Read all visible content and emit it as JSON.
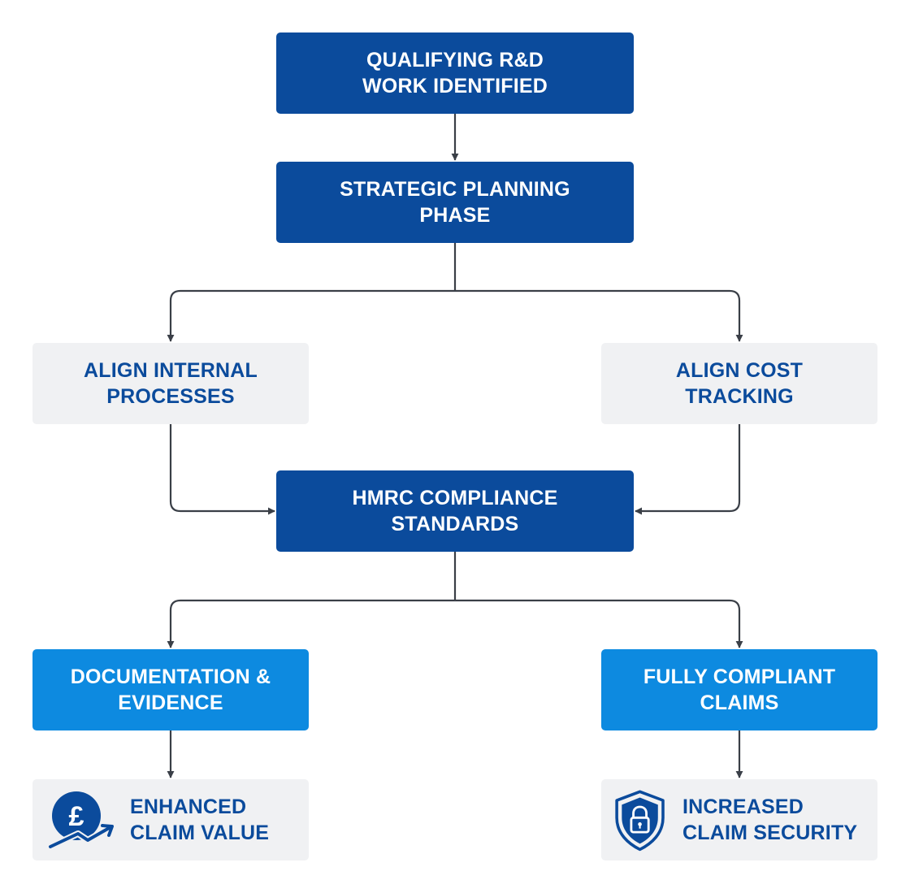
{
  "nodes": {
    "qualifying": "QUALIFYING R&D\nWORK IDENTIFIED",
    "strategic": "STRATEGIC PLANNING\nPHASE",
    "align_processes": "ALIGN INTERNAL\nPROCESSES",
    "align_cost": "ALIGN COST\nTRACKING",
    "hmrc": "HMRC COMPLIANCE\nSTANDARDS",
    "documentation": "DOCUMENTATION &\nEVIDENCE",
    "compliant_claims": "FULLY COMPLIANT\nCLAIMS",
    "enhanced_value": "ENHANCED\nCLAIM VALUE",
    "increased_security": "INCREASED\nCLAIM SECURITY"
  },
  "colors": {
    "dark_blue": "#0b4b9c",
    "bright_blue": "#0d8ae0",
    "light_grey": "#f0f1f3",
    "connector": "#3a3f47"
  },
  "icons": {
    "enhanced_value": "pound-growth-icon",
    "increased_security": "shield-lock-icon"
  },
  "pound_symbol": "£"
}
